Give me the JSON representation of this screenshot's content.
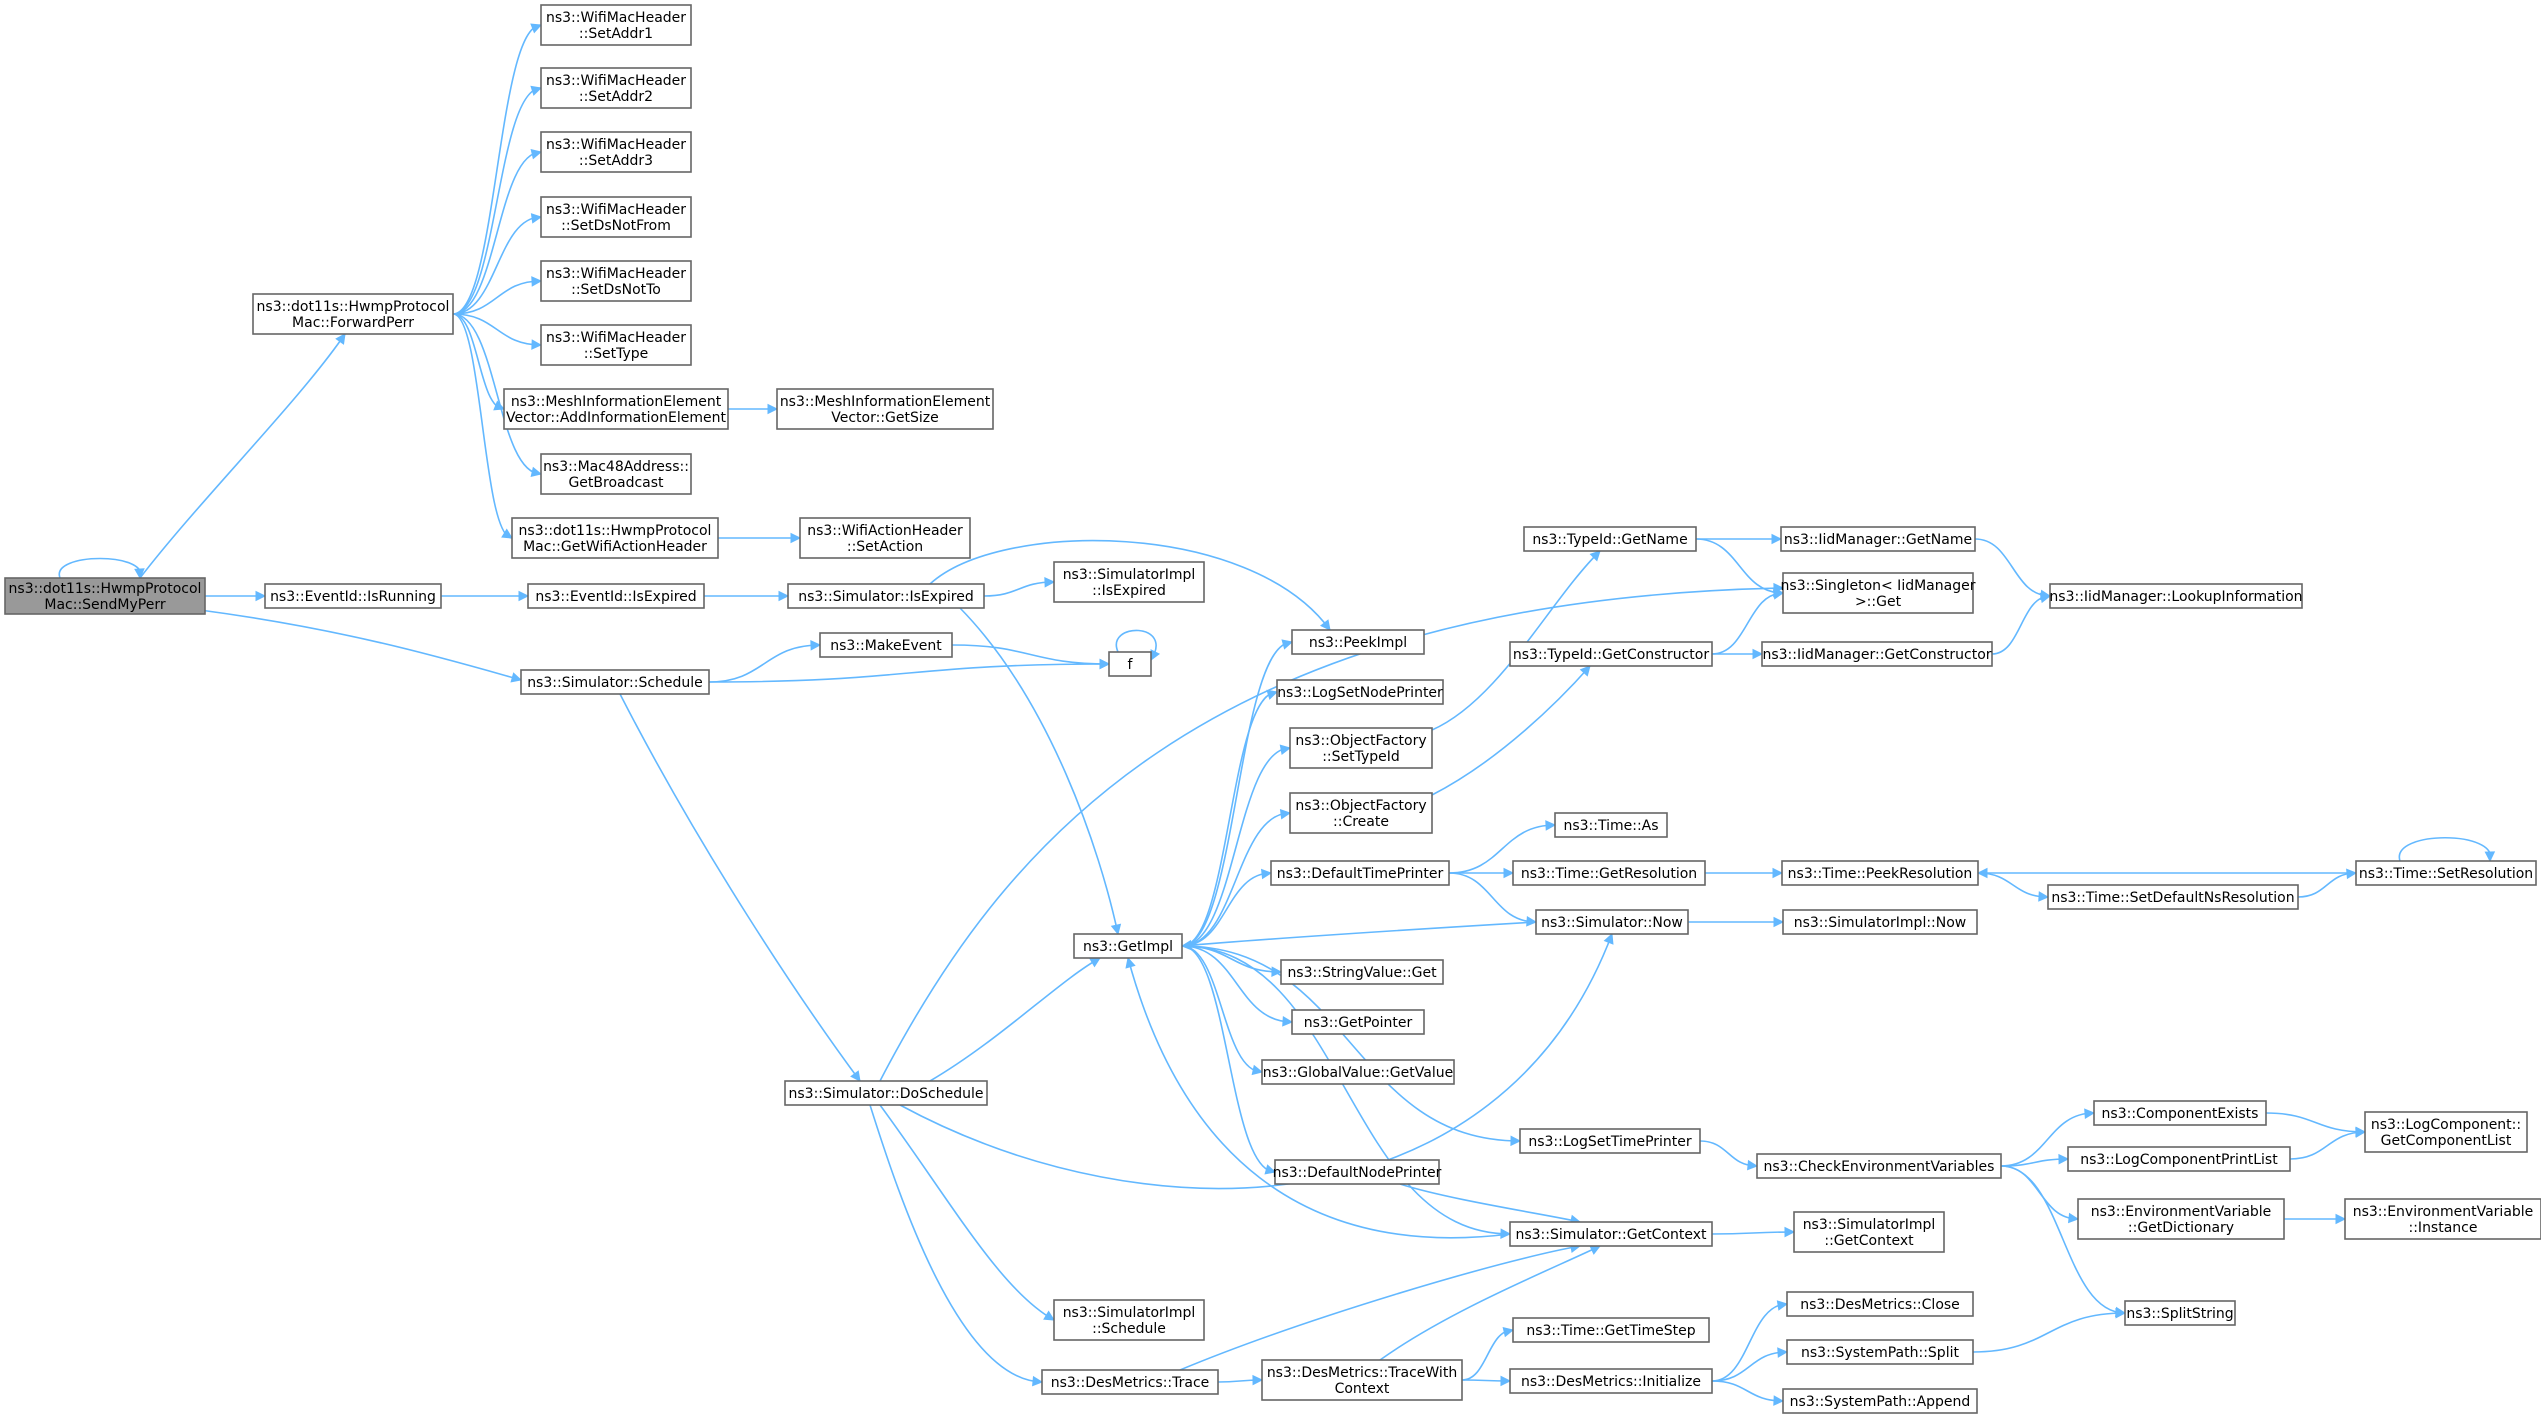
{
  "title": "",
  "colors": {
    "edge": "#63b8ff",
    "node_border": "#666666",
    "root_fill": "#999999",
    "node_fill": "#ffffff"
  },
  "nodes": {
    "SendMyPerr": [
      "ns3::dot11s::HwmpProtocol",
      "Mac::SendMyPerr"
    ],
    "ForwardPerr": [
      "ns3::dot11s::HwmpProtocol",
      "Mac::ForwardPerr"
    ],
    "SetAddr1": [
      "ns3::WifiMacHeader",
      "::SetAddr1"
    ],
    "SetAddr2": [
      "ns3::WifiMacHeader",
      "::SetAddr2"
    ],
    "SetAddr3": [
      "ns3::WifiMacHeader",
      "::SetAddr3"
    ],
    "SetDsNotFrom": [
      "ns3::WifiMacHeader",
      "::SetDsNotFrom"
    ],
    "SetDsNotTo": [
      "ns3::WifiMacHeader",
      "::SetDsNotTo"
    ],
    "SetType": [
      "ns3::WifiMacHeader",
      "::SetType"
    ],
    "AddInfoElem": [
      "ns3::MeshInformationElement",
      "Vector::AddInformationElement"
    ],
    "MieGetSize": [
      "ns3::MeshInformationElement",
      "Vector::GetSize"
    ],
    "GetBroadcast": [
      "ns3::Mac48Address::",
      "GetBroadcast"
    ],
    "GetWifiActionHeader": [
      "ns3::dot11s::HwmpProtocol",
      "Mac::GetWifiActionHeader"
    ],
    "SetAction": [
      "ns3::WifiActionHeader",
      "::SetAction"
    ],
    "IsRunning": [
      "ns3::EventId::IsRunning"
    ],
    "EvIsExpired": [
      "ns3::EventId::IsExpired"
    ],
    "SimIsExpired": [
      "ns3::Simulator::IsExpired"
    ],
    "SimImplIsExpired": [
      "ns3::SimulatorImpl",
      "::IsExpired"
    ],
    "Schedule": [
      "ns3::Simulator::Schedule"
    ],
    "MakeEvent": [
      "ns3::MakeEvent"
    ],
    "f": [
      "f"
    ],
    "PeekImpl": [
      "ns3::PeekImpl"
    ],
    "LogSetNodePrinter": [
      "ns3::LogSetNodePrinter"
    ],
    "OFSetTypeId": [
      "ns3::ObjectFactory",
      "::SetTypeId"
    ],
    "OFCreate": [
      "ns3::ObjectFactory",
      "::Create"
    ],
    "DefaultTimePrinter": [
      "ns3::DefaultTimePrinter"
    ],
    "GetImpl": [
      "ns3::GetImpl"
    ],
    "StringValueGet": [
      "ns3::StringValue::Get"
    ],
    "GetPointer": [
      "ns3::GetPointer"
    ],
    "GlobalValueGetValue": [
      "ns3::GlobalValue::GetValue"
    ],
    "DoSchedule": [
      "ns3::Simulator::DoSchedule"
    ],
    "DefaultNodePrinter": [
      "ns3::DefaultNodePrinter"
    ],
    "SimImplSchedule": [
      "ns3::SimulatorImpl",
      "::Schedule"
    ],
    "DesTrace": [
      "ns3::DesMetrics::Trace"
    ],
    "TraceWithContext": [
      "ns3::DesMetrics::TraceWith",
      "Context"
    ],
    "TypeIdGetName": [
      "ns3::TypeId::GetName"
    ],
    "IidGetName": [
      "ns3::IidManager::GetName"
    ],
    "SingletonGet": [
      "ns3::Singleton< IidManager",
      ">::Get"
    ],
    "LookupInformation": [
      "ns3::IidManager::LookupInformation"
    ],
    "TypeIdGetConstructor": [
      "ns3::TypeId::GetConstructor"
    ],
    "IidGetConstructor": [
      "ns3::IidManager::GetConstructor"
    ],
    "TimeAs": [
      "ns3::Time::As"
    ],
    "TimeGetResolution": [
      "ns3::Time::GetResolution"
    ],
    "PeekResolution": [
      "ns3::Time::PeekResolution"
    ],
    "SetResolution": [
      "ns3::Time::SetResolution"
    ],
    "SetDefaultNsResolution": [
      "ns3::Time::SetDefaultNsResolution"
    ],
    "SimNow": [
      "ns3::Simulator::Now"
    ],
    "SimImplNow": [
      "ns3::SimulatorImpl::Now"
    ],
    "LogSetTimePrinter": [
      "ns3::LogSetTimePrinter"
    ],
    "CheckEnv": [
      "ns3::CheckEnvironmentVariables"
    ],
    "ComponentExists": [
      "ns3::ComponentExists"
    ],
    "GetComponentList": [
      "ns3::LogComponent::",
      "GetComponentList"
    ],
    "LogComponentPrintList": [
      "ns3::LogComponentPrintList"
    ],
    "EnvGetDictionary": [
      "ns3::EnvironmentVariable",
      "::GetDictionary"
    ],
    "EnvInstance": [
      "ns3::EnvironmentVariable",
      "::Instance"
    ],
    "SplitString": [
      "ns3::SplitString"
    ],
    "SimGetContext": [
      "ns3::Simulator::GetContext"
    ],
    "SimImplGetContext": [
      "ns3::SimulatorImpl",
      "::GetContext"
    ],
    "GetTimeStep": [
      "ns3::Time::GetTimeStep"
    ],
    "DesInitialize": [
      "ns3::DesMetrics::Initialize"
    ],
    "DesClose": [
      "ns3::DesMetrics::Close"
    ],
    "SPSplit": [
      "ns3::SystemPath::Split"
    ],
    "SPAppend": [
      "ns3::SystemPath::Append"
    ]
  },
  "edges": [
    [
      "SendMyPerr",
      "SendMyPerr"
    ],
    [
      "SendMyPerr",
      "ForwardPerr"
    ],
    [
      "SendMyPerr",
      "IsRunning"
    ],
    [
      "SendMyPerr",
      "Schedule"
    ],
    [
      "ForwardPerr",
      "SetAddr1"
    ],
    [
      "ForwardPerr",
      "SetAddr2"
    ],
    [
      "ForwardPerr",
      "SetAddr3"
    ],
    [
      "ForwardPerr",
      "SetDsNotFrom"
    ],
    [
      "ForwardPerr",
      "SetDsNotTo"
    ],
    [
      "ForwardPerr",
      "SetType"
    ],
    [
      "ForwardPerr",
      "AddInfoElem"
    ],
    [
      "ForwardPerr",
      "GetBroadcast"
    ],
    [
      "ForwardPerr",
      "GetWifiActionHeader"
    ],
    [
      "AddInfoElem",
      "MieGetSize"
    ],
    [
      "GetWifiActionHeader",
      "SetAction"
    ],
    [
      "IsRunning",
      "EvIsExpired"
    ],
    [
      "EvIsExpired",
      "SimIsExpired"
    ],
    [
      "SimIsExpired",
      "SimImplIsExpired"
    ],
    [
      "SimIsExpired",
      "PeekImpl"
    ],
    [
      "SimIsExpired",
      "GetImpl"
    ],
    [
      "Schedule",
      "MakeEvent"
    ],
    [
      "Schedule",
      "f"
    ],
    [
      "Schedule",
      "DoSchedule"
    ],
    [
      "MakeEvent",
      "f"
    ],
    [
      "f",
      "f"
    ],
    [
      "GetImpl",
      "PeekImpl"
    ],
    [
      "GetImpl",
      "LogSetNodePrinter"
    ],
    [
      "GetImpl",
      "OFSetTypeId"
    ],
    [
      "GetImpl",
      "OFCreate"
    ],
    [
      "GetImpl",
      "DefaultTimePrinter"
    ],
    [
      "GetImpl",
      "StringValueGet"
    ],
    [
      "GetImpl",
      "GetPointer"
    ],
    [
      "GetImpl",
      "GlobalValueGetValue"
    ],
    [
      "GetImpl",
      "DefaultNodePrinter"
    ],
    [
      "GetImpl",
      "LogSetTimePrinter"
    ],
    [
      "GetImpl",
      "SimGetContext"
    ],
    [
      "DoSchedule",
      "SingletonGet"
    ],
    [
      "DoSchedule",
      "GetImpl"
    ],
    [
      "DoSchedule",
      "SimNow"
    ],
    [
      "DoSchedule",
      "SimImplSchedule"
    ],
    [
      "DoSchedule",
      "DesTrace"
    ],
    [
      "OFSetTypeId",
      "TypeIdGetName"
    ],
    [
      "OFCreate",
      "TypeIdGetConstructor"
    ],
    [
      "TypeIdGetName",
      "IidGetName"
    ],
    [
      "TypeIdGetName",
      "SingletonGet"
    ],
    [
      "IidGetName",
      "LookupInformation"
    ],
    [
      "TypeIdGetConstructor",
      "SingletonGet"
    ],
    [
      "TypeIdGetConstructor",
      "IidGetConstructor"
    ],
    [
      "IidGetConstructor",
      "LookupInformation"
    ],
    [
      "DefaultTimePrinter",
      "TimeAs"
    ],
    [
      "DefaultTimePrinter",
      "TimeGetResolution"
    ],
    [
      "DefaultTimePrinter",
      "SimNow"
    ],
    [
      "TimeGetResolution",
      "PeekResolution"
    ],
    [
      "PeekResolution",
      "SetDefaultNsResolution"
    ],
    [
      "SetDefaultNsResolution",
      "SetResolution"
    ],
    [
      "SetResolution",
      "PeekResolution"
    ],
    [
      "SetResolution",
      "SetResolution"
    ],
    [
      "SimNow",
      "GetImpl"
    ],
    [
      "SimNow",
      "SimImplNow"
    ],
    [
      "LogSetTimePrinter",
      "CheckEnv"
    ],
    [
      "CheckEnv",
      "ComponentExists"
    ],
    [
      "CheckEnv",
      "LogComponentPrintList"
    ],
    [
      "CheckEnv",
      "EnvGetDictionary"
    ],
    [
      "CheckEnv",
      "SplitString"
    ],
    [
      "ComponentExists",
      "GetComponentList"
    ],
    [
      "LogComponentPrintList",
      "GetComponentList"
    ],
    [
      "EnvGetDictionary",
      "EnvInstance"
    ],
    [
      "DefaultNodePrinter",
      "SimGetContext"
    ],
    [
      "SimGetContext",
      "GetImpl"
    ],
    [
      "SimGetContext",
      "SimImplGetContext"
    ],
    [
      "DesTrace",
      "SimGetContext"
    ],
    [
      "DesTrace",
      "TraceWithContext"
    ],
    [
      "TraceWithContext",
      "SimGetContext"
    ],
    [
      "TraceWithContext",
      "GetTimeStep"
    ],
    [
      "TraceWithContext",
      "DesInitialize"
    ],
    [
      "DesInitialize",
      "DesClose"
    ],
    [
      "DesInitialize",
      "SPSplit"
    ],
    [
      "DesInitialize",
      "SPAppend"
    ],
    [
      "SPSplit",
      "SplitString"
    ]
  ]
}
